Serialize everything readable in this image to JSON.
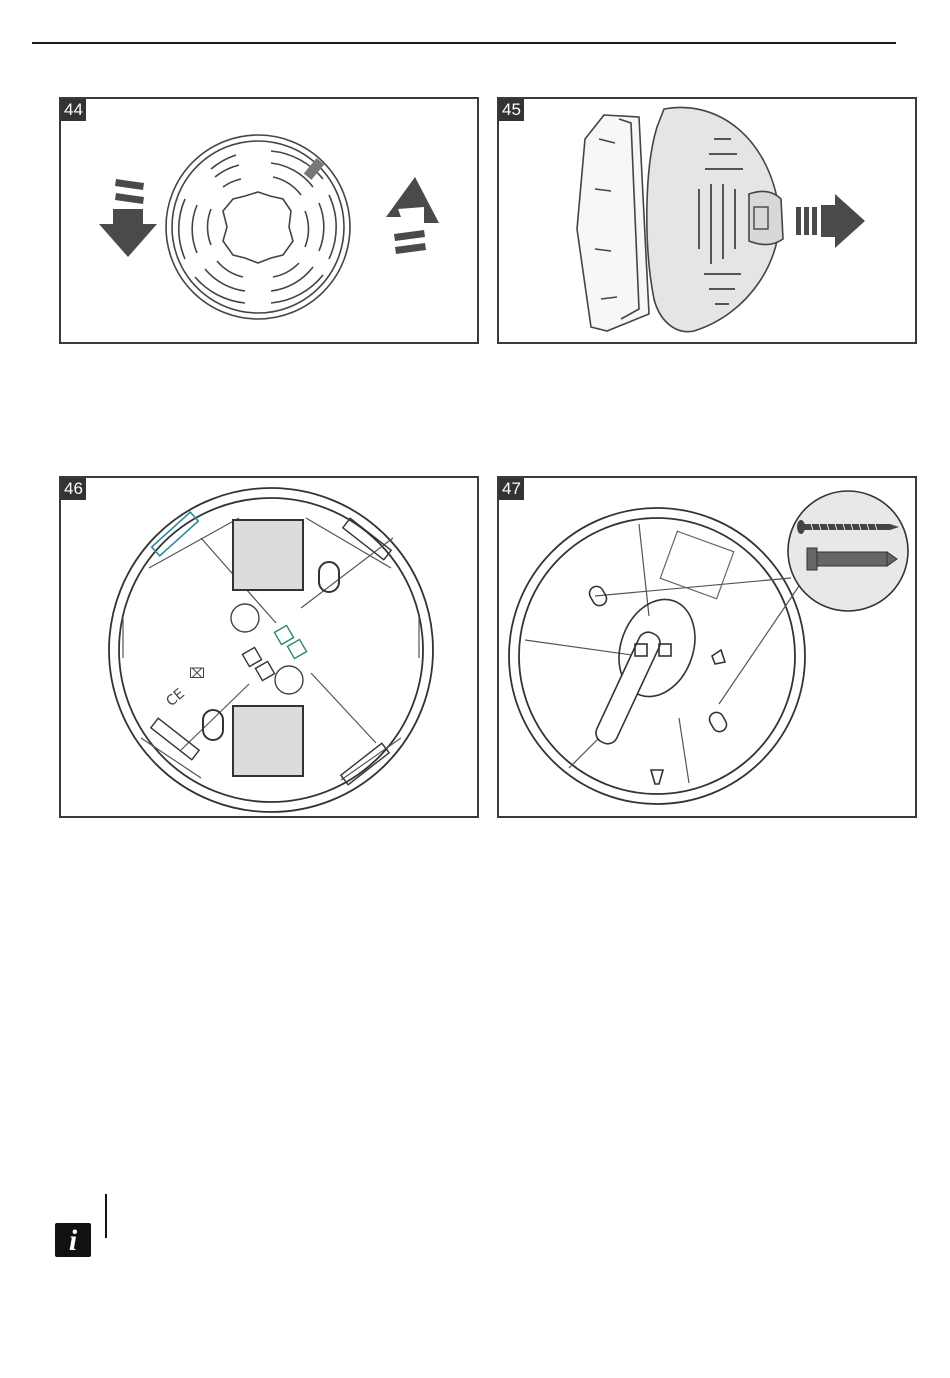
{
  "figures": [
    {
      "number": "44"
    },
    {
      "number": "45"
    },
    {
      "number": "46"
    },
    {
      "number": "47"
    }
  ],
  "info_icon": {
    "name": "info-icon",
    "glyph": "i"
  }
}
